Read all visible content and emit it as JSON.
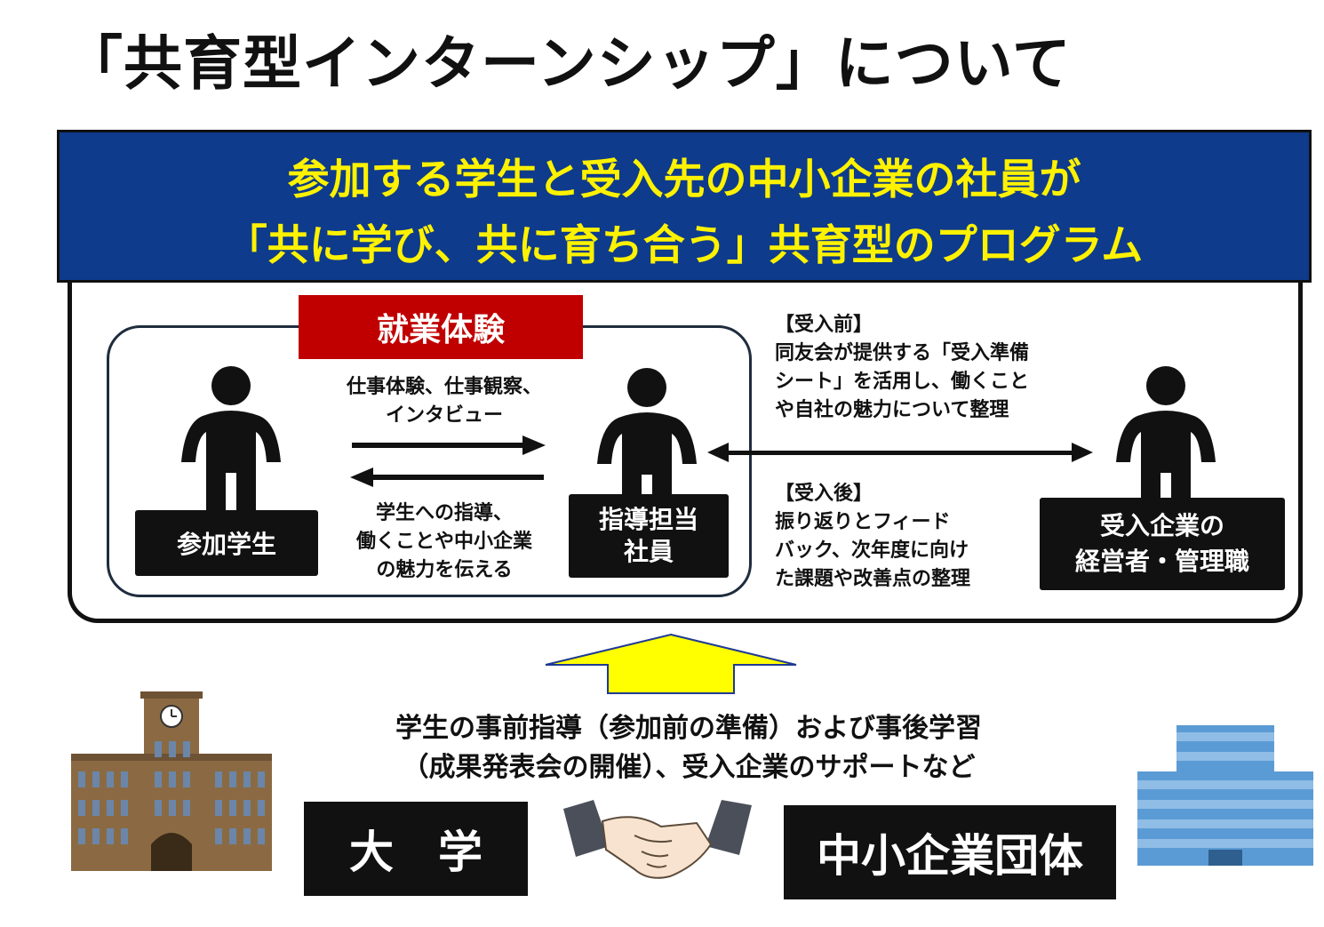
{
  "title": "「共育型インターンシップ」について",
  "banner": {
    "line1": "参加する学生と受入先の中小企業の社員が",
    "line2": "「共に学び、共に育ち合う」共育型のプログラム"
  },
  "work_experience": {
    "label": "就業体験",
    "activities_line1": "仕事体験、仕事観察、",
    "activities_line2": "インタビュー",
    "guidance_line1": "学生への指導、",
    "guidance_line2": "働くことや中小企業",
    "guidance_line3": "の魅力を伝える"
  },
  "roles": {
    "student": "参加学生",
    "mentor_line1": "指導担当",
    "mentor_line2": "社員",
    "manager_line1": "受入企業の",
    "manager_line2": "経営者・管理職"
  },
  "before": {
    "heading": "【受入前】",
    "line1": "同友会が提供する「受入準備",
    "line2": "シート」を活用し、働くこと",
    "line3": "や自社の魅力について整理"
  },
  "after": {
    "heading": "【受入後】",
    "line1": "振り返りとフィード",
    "line2": "バック、次年度に向け",
    "line3": "た課題や改善点の整理"
  },
  "support": {
    "line1": "学生の事前指導（参加前の準備）および事後学習",
    "line2": "（成果発表会の開催）、受入企業のサポートなど"
  },
  "partners": {
    "university": "大　学",
    "sme_group": "中小企業団体"
  },
  "icons": {
    "person": "person-icon",
    "university_building": "university-building-icon",
    "office_building": "office-building-icon",
    "handshake": "handshake-icon",
    "up_arrow": "up-arrow-icon"
  },
  "colors": {
    "banner_bg": "#0e3b8c",
    "banner_text": "#fff200",
    "label_red": "#c00000",
    "arrow_fill": "#ffff00",
    "building_blue": "#5b9bd5",
    "university_brown": "#8b6a43"
  }
}
